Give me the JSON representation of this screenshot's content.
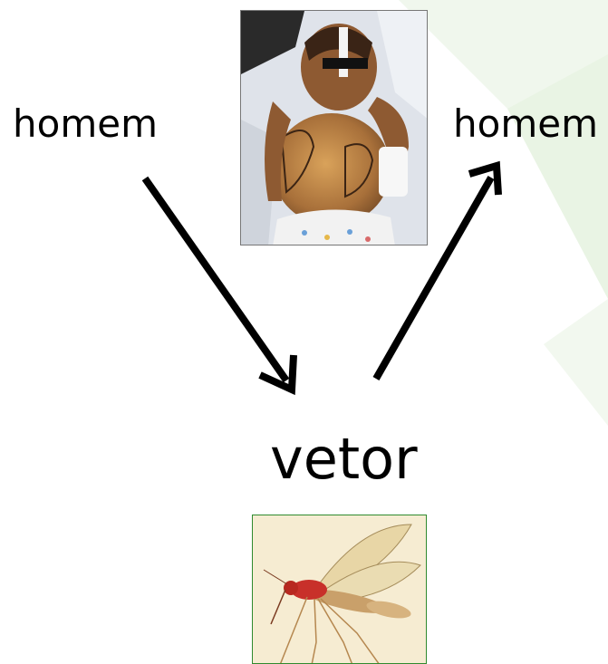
{
  "diagram": {
    "label_left": "homem",
    "label_right": "homem",
    "label_center": "vetor"
  },
  "colors": {
    "arrow": "#000000",
    "decor_green": "#e7f3e2",
    "insect_frame": "#2f8a2f"
  },
  "icons": {
    "photo_top": "sick-child-photo",
    "photo_bottom": "sandfly-insect-photo"
  }
}
